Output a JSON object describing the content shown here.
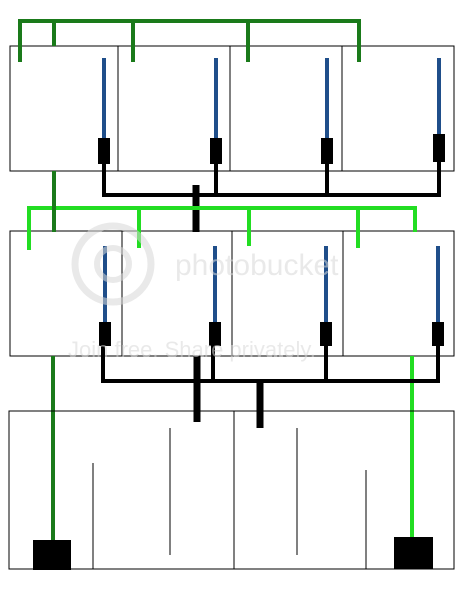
{
  "watermark": {
    "logo_text": "photobucket",
    "tagline": "Join free. Share privately."
  },
  "colors": {
    "background": "#ffffff",
    "outline": "#000000",
    "dark_green": "#1a7a1a",
    "bright_green": "#22dd22",
    "blue_tube": "#1f4e8a",
    "black_bus": "#000000",
    "watermark": "#d8d8d8"
  },
  "diagram": {
    "tiers": [
      {
        "name": "upper-rack",
        "modules": 4
      },
      {
        "name": "middle-rack",
        "modules": 4
      },
      {
        "name": "base-tank",
        "modules": 2
      }
    ],
    "pipes": [
      "dark-green-manifold",
      "bright-green-manifold",
      "black-drain-bus"
    ]
  }
}
